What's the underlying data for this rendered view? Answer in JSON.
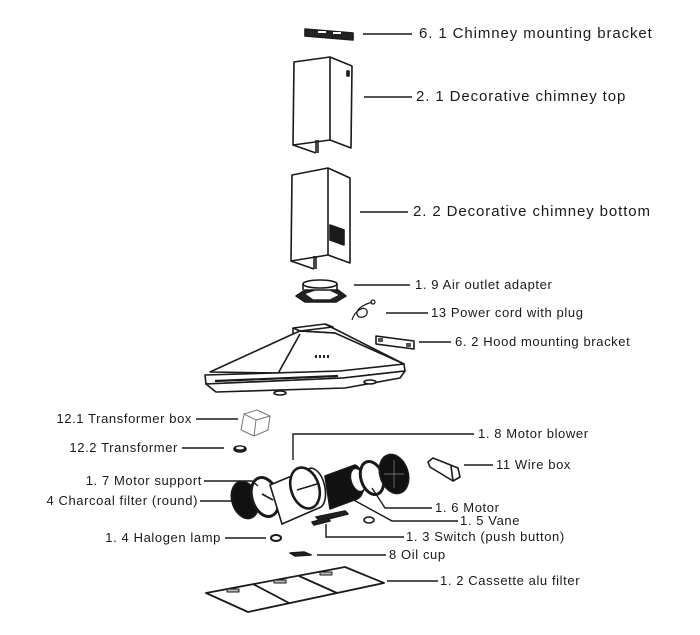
{
  "title": "Range hood exploded parts diagram",
  "parts": [
    {
      "id": "6.1",
      "label": "6. 1 Chimney mounting bracket"
    },
    {
      "id": "2.1",
      "label": "2. 1 Decorative chimney top"
    },
    {
      "id": "2.2",
      "label": "2. 2 Decorative chimney bottom"
    },
    {
      "id": "1.9",
      "label": "1. 9 Air outlet adapter"
    },
    {
      "id": "13",
      "label": "13 Power cord with plug"
    },
    {
      "id": "6.2",
      "label": "6. 2 Hood mounting bracket"
    },
    {
      "id": "12.1",
      "label": "12.1 Transformer box"
    },
    {
      "id": "12.2",
      "label": "12.2 Transformer"
    },
    {
      "id": "1.8",
      "label": "1. 8 Motor blower"
    },
    {
      "id": "11",
      "label": "11 Wire box"
    },
    {
      "id": "1.7",
      "label": "1. 7 Motor support"
    },
    {
      "id": "4",
      "label": "4 Charcoal filter (round)"
    },
    {
      "id": "1.6",
      "label": "1. 6 Motor"
    },
    {
      "id": "1.5",
      "label": "1. 5 Vane"
    },
    {
      "id": "1.3",
      "label": "1. 3 Switch (push button)"
    },
    {
      "id": "1.4",
      "label": "1. 4 Halogen lamp"
    },
    {
      "id": "8",
      "label": "8 Oil cup"
    },
    {
      "id": "1.2",
      "label": "1. 2 Cassette alu filter"
    }
  ],
  "colors": {
    "line": "#1a1a1a",
    "fill_dark": "#111111",
    "fill_light": "#ffffff"
  }
}
